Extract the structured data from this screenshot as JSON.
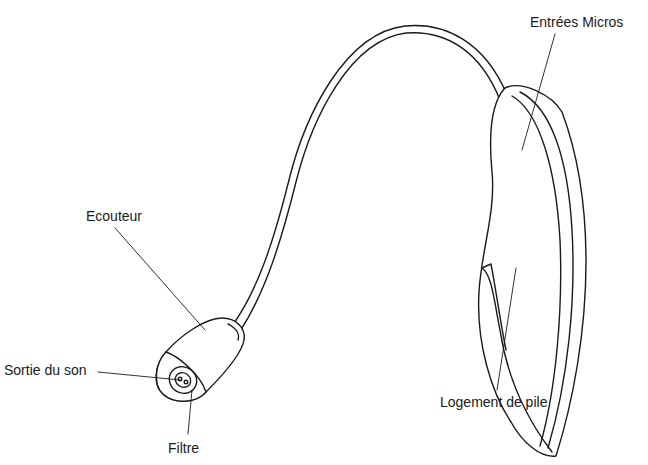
{
  "diagram": {
    "labels": [
      "Entrées Micros",
      "Ecouteur",
      "Sortie du son",
      "Filtre",
      "Logement de pile"
    ]
  }
}
